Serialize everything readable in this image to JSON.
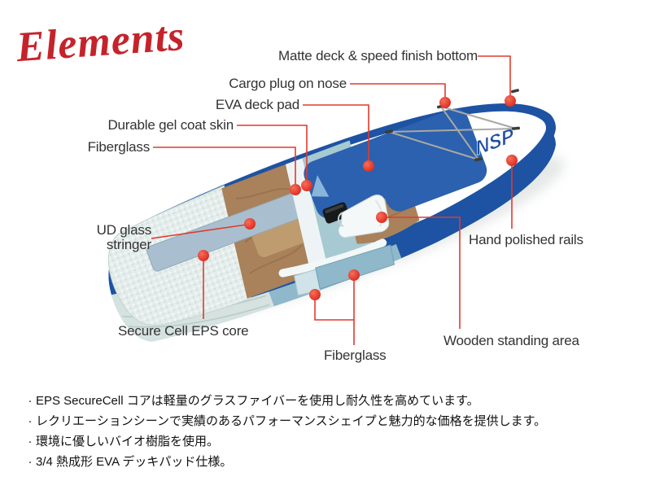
{
  "logo": {
    "text": "Elements"
  },
  "board": {
    "brand": "NSP"
  },
  "callouts": {
    "matte": "Matte deck & speed finish bottom",
    "cargo": "Cargo plug on nose",
    "eva": "EVA deck pad",
    "gel": "Durable gel coat skin",
    "fiberglass_top": "Fiberglass",
    "ud_line1": "UD glass",
    "ud_line2": "stringer",
    "eps": "Secure Cell EPS core",
    "fiberglass_bottom": "Fiberglass",
    "rails": "Hand polished rails",
    "wooden": "Wooden standing area"
  },
  "notes": {
    "bullet": "·",
    "items": [
      "EPS SecureCell コアは軽量のグラスファイバーを使用し耐久性を高めています。",
      "レクリエーションシーンで実績のあるパフォーマンスシェイプと魅力的な価格を提供します。",
      "環境に優しいバイオ樹脂を使用。",
      "3/4 熱成形 EVA デッキパッド仕様。"
    ]
  },
  "colors": {
    "accent_red": "#e23a2e",
    "logo_red": "#c5232b",
    "label_text": "#333333",
    "note_text": "#111111",
    "rail_blue": "#1d53a2",
    "rail_blue_dark": "#16488f",
    "pad_blue": "#2b61ae",
    "pad_flap": "#8ab5da",
    "deck_white": "#ffffff",
    "foam": "#e4edeb",
    "foam_side": "#d5e2df",
    "wood": "#a9815a",
    "wood_grain": "#8b6843",
    "wood_inlay": "#c9a878",
    "stringer_gray": "#a9bfd0",
    "teal_band": "#a6c9d2",
    "white_band": "#eef4f5",
    "steel_side": "#8fb9cb",
    "pale_tip": "#cfe3e8",
    "bungee_gray": "#a8a8a4",
    "anchor_dark": "#3c3c38",
    "nsp_blue": "#1d4f9f",
    "plug_black": "#17191b"
  }
}
